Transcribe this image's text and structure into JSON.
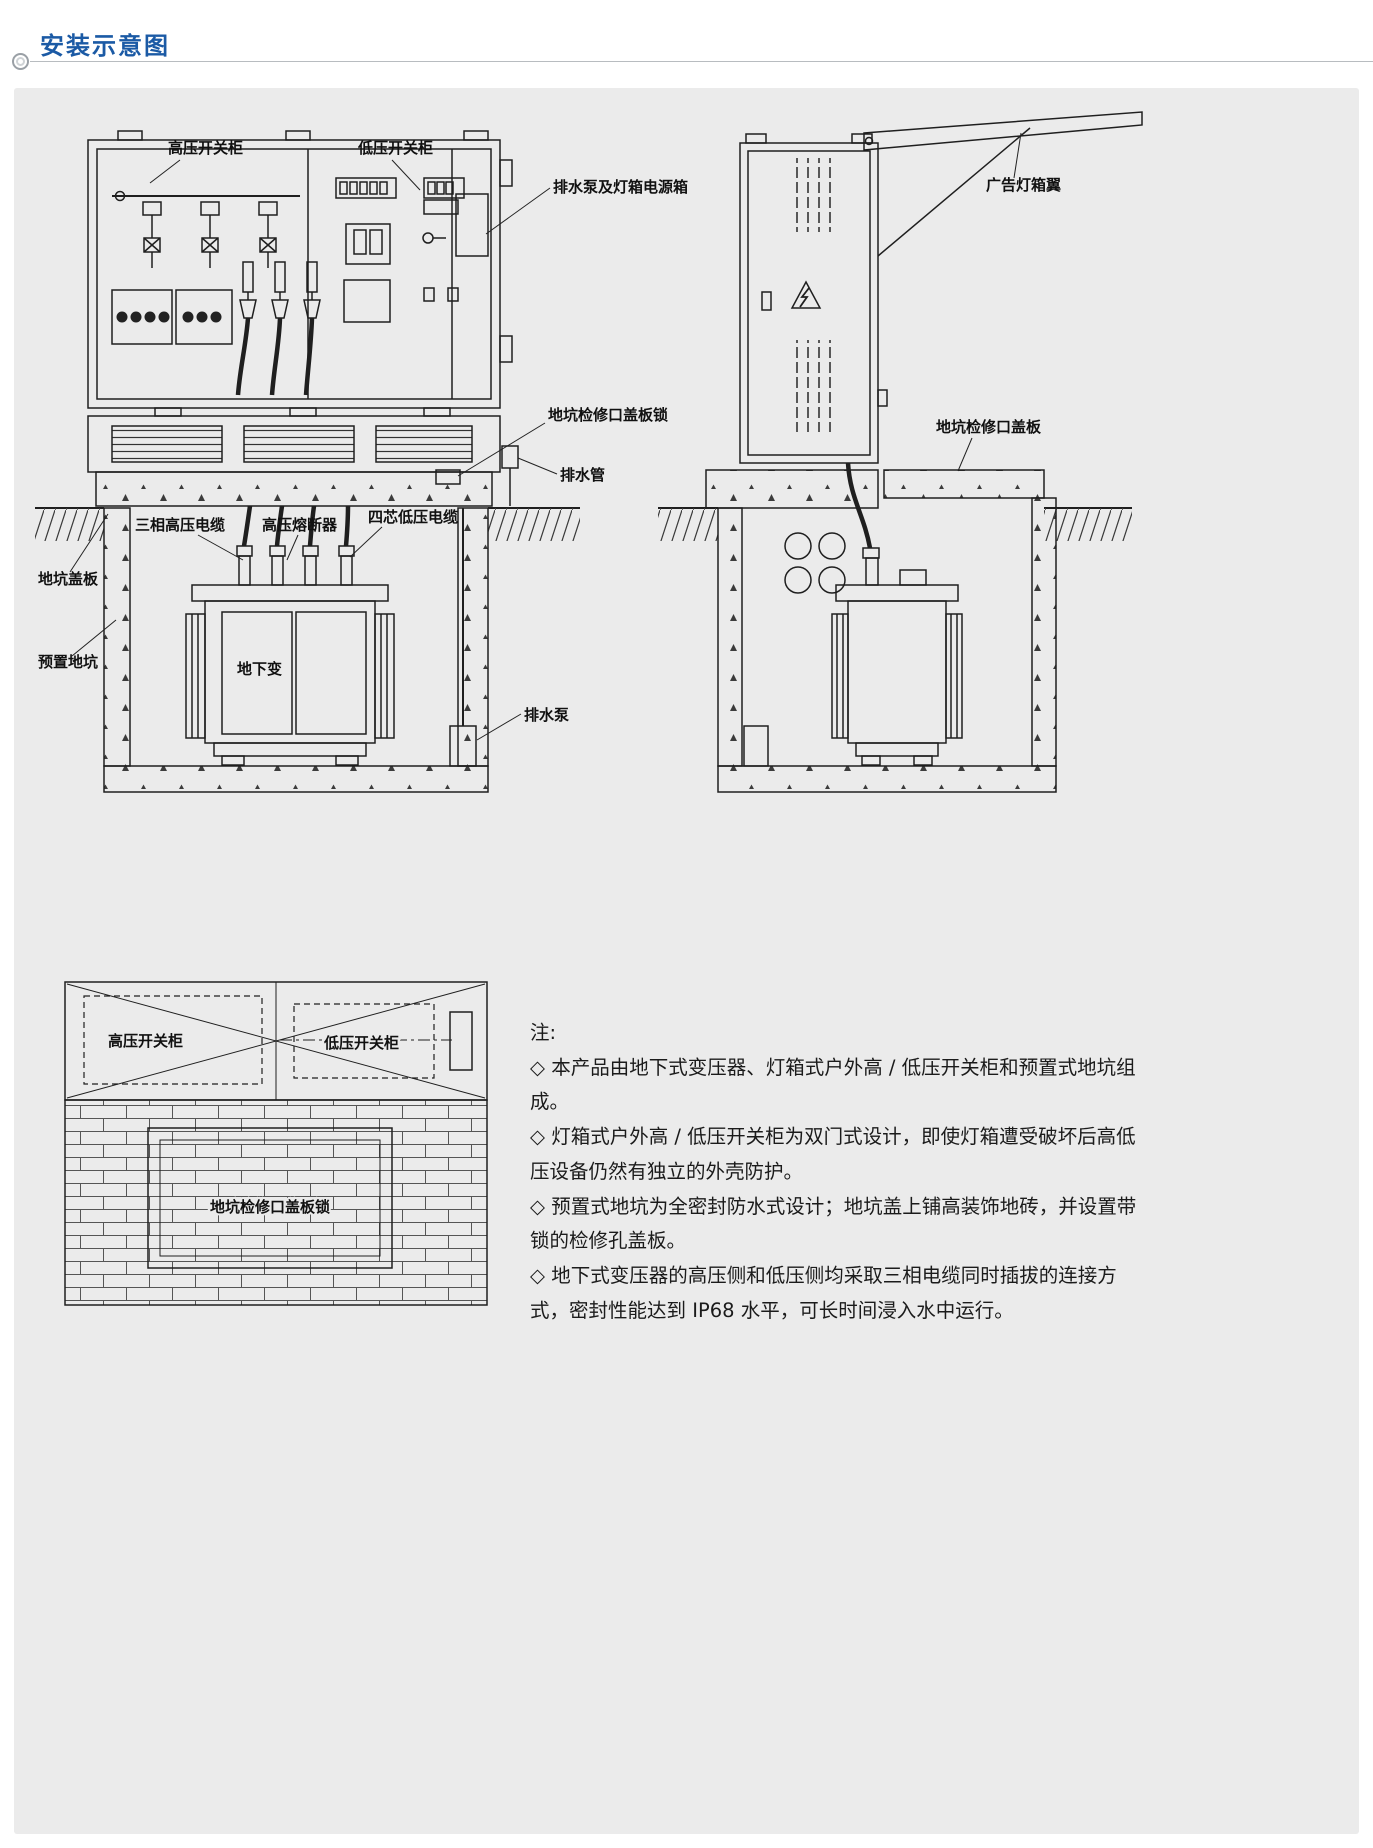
{
  "header": {
    "title": "安装示意图"
  },
  "front_view": {
    "labels": {
      "hv_cabinet": "高压开关柜",
      "lv_cabinet": "低压开关柜",
      "pump_power_box": "排水泵及灯箱电源箱",
      "pit_access_lock": "地坑检修口盖板锁",
      "drain_pipe": "排水管",
      "three_phase_hv_cable": "三相高压电缆",
      "hv_fuse": "高压熔断器",
      "four_core_lv_cable": "四芯低压电缆",
      "pit_cover": "地坑盖板",
      "preset_pit": "预置地坑",
      "underground_transformer": "地下变",
      "drain_pump": "排水泵"
    }
  },
  "side_view": {
    "labels": {
      "ad_light_box_wing": "广告灯箱翼",
      "pit_access_cover": "地坑检修口盖板"
    }
  },
  "top_view": {
    "labels": {
      "hv_cabinet": "高压开关柜",
      "lv_cabinet": "低压开关柜",
      "pit_access_lock": "地坑检修口盖板锁"
    }
  },
  "notes": {
    "heading": "注:",
    "items": [
      "◇ 本产品由地下式变压器、灯箱式户外高 / 低压开关柜和预置式地坑组成。",
      "◇ 灯箱式户外高 / 低压开关柜为双门式设计，即使灯箱遭受破坏后高低压设备仍然有独立的外壳防护。",
      "◇ 预置式地坑为全密封防水式设计；地坑盖上铺高装饰地砖，并设置带锁的检修孔盖板。",
      "◇ 地下式变压器的高压侧和低压侧均采取三相电缆同时插拔的连接方式，密封性能达到 IP68 水平，可长时间浸入水中运行。"
    ]
  }
}
